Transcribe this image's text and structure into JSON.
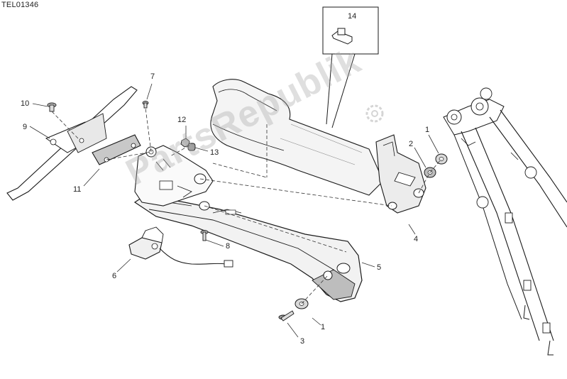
{
  "drawing_code": "TEL01346",
  "watermark": "PartsRepublik",
  "reference_numbers": [
    "1",
    "1",
    "2",
    "3",
    "4",
    "5",
    "6",
    "7",
    "8",
    "9",
    "10",
    "11",
    "12",
    "13",
    "14"
  ],
  "colors": {
    "line": "#1a1a1a",
    "leader": "#333333",
    "watermark": "#b0b0b0",
    "background": "#ffffff"
  }
}
